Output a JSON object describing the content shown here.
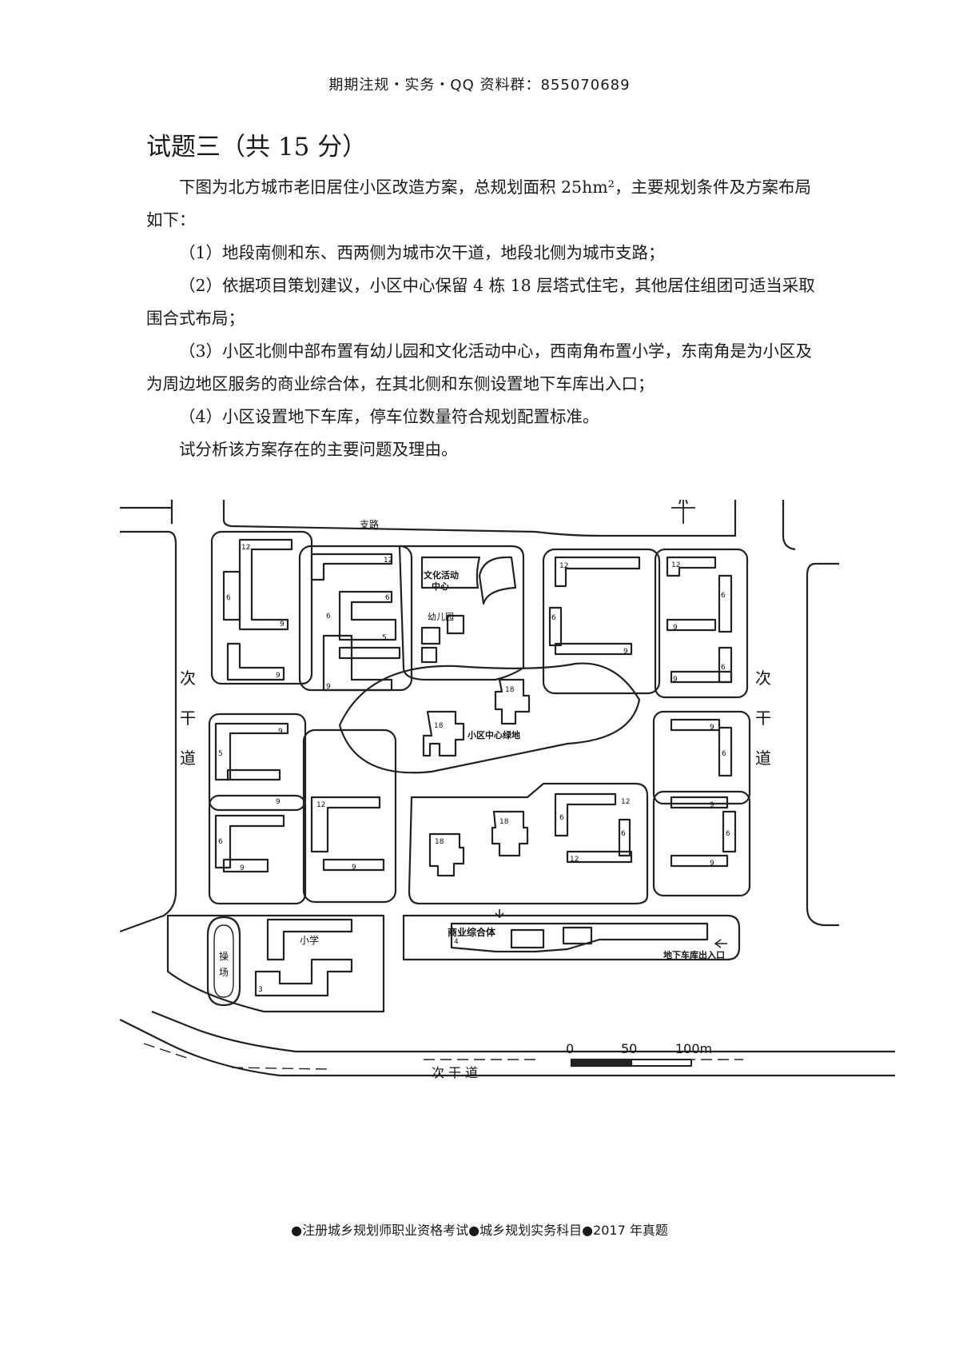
{
  "header": "期期注规・实务・QQ 资料群：855070689",
  "title": "试题三（共 15 分）",
  "paragraphs": [
    "下图为北方城市老旧居住小区改造方案，总规划面积 25hm²，主要规划条件及方案布局如下：",
    "（1）地段南侧和东、西两侧为城市次干道，地段北侧为城市支路；",
    "（2）依据项目策划建议，小区中心保留 4 栋 18 层塔式住宅，其他居住组团可适当采取围合式布局；",
    "（3）小区北侧中部布置有幼儿园和文化活动中心，西南角布置小学，东南角是为小区及为周边地区服务的商业综合体，在其北侧和东侧设置地下车库出入口；",
    "（4）小区设置地下车库，停车位数量符合规划配置标准。",
    "试分析该方案存在的主要问题及理由。"
  ],
  "plan": {
    "north": "N",
    "road_north": "支路",
    "road_west": [
      "次",
      "干",
      "道"
    ],
    "road_east": [
      "次",
      "干",
      "道"
    ],
    "road_south": "次 干 道",
    "culture_center": [
      "文化活动",
      "中心"
    ],
    "kindergarten": "幼儿园",
    "green_space": "小区中心绿地",
    "school": "小学",
    "playground": [
      "操",
      "场"
    ],
    "commercial": "商业综合体",
    "garage_entrance": "地下车库出入口",
    "floors": {
      "f3": "3",
      "f4": "4",
      "f5": "5",
      "f6": "6",
      "f9": "9",
      "f12": "12",
      "f18": "18"
    },
    "scale_0": "0",
    "scale_50": "50",
    "scale_100": "100m"
  },
  "footer": "●注册城乡规划师职业资格考试●城乡规划实务科目●2017 年真题"
}
